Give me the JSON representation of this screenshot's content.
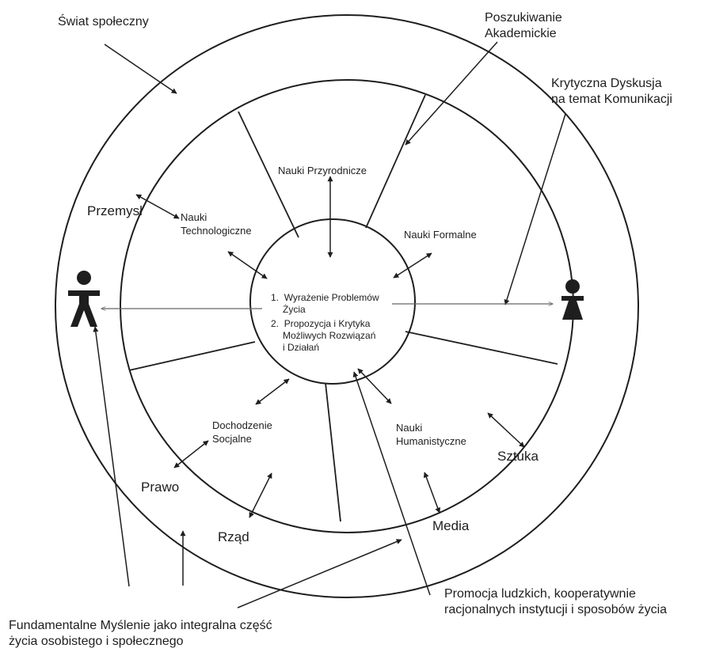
{
  "outer_labels": {
    "swiat": "Świat społeczny",
    "poszukiwanie_1": "Poszukiwanie",
    "poszukiwanie_2": "Akademickie",
    "krytyczna_1": "Krytyczna Dyskusja",
    "krytyczna_2": "na temat Komunikacji",
    "przemysl": "Przemysł",
    "prawo": "Prawo",
    "rzad": "Rząd",
    "media": "Media",
    "sztuka": "Sztuka"
  },
  "middle_ring": {
    "nauki_przyrodnicze": "Nauki Przyrodnicze",
    "nauki_technologiczne_1": "Nauki",
    "nauki_technologiczne_2": "Technologiczne",
    "nauki_formalne": "Nauki Formalne",
    "dochodzenie_1": "Dochodzenie",
    "dochodzenie_2": "Socjalne",
    "humanistyczne_1": "Nauki",
    "humanistyczne_2": "Humanistyczne"
  },
  "center_items": [
    {
      "num": "1.",
      "line1": "Wyrażenie Problemów",
      "line2": "Życia"
    },
    {
      "num": "2.",
      "line1": "Propozycja i Krytyka",
      "line2": "Możliwych Rozwiązań",
      "line3": "i Działań"
    }
  ],
  "bottom_labels": {
    "promocja_1": "Promocja ludzkich, kooperatywnie",
    "promocja_2": "racjonalnych instytucji i sposobów życia",
    "fundamentalne_1": "Fundamentalne Myślenie jako integralna część",
    "fundamentalne_2": "życia osobistego i społecznego"
  },
  "icons": {
    "left": "person-icon",
    "right": "pawn-person-icon"
  },
  "colors": {
    "ink": "#1e1e1e"
  }
}
